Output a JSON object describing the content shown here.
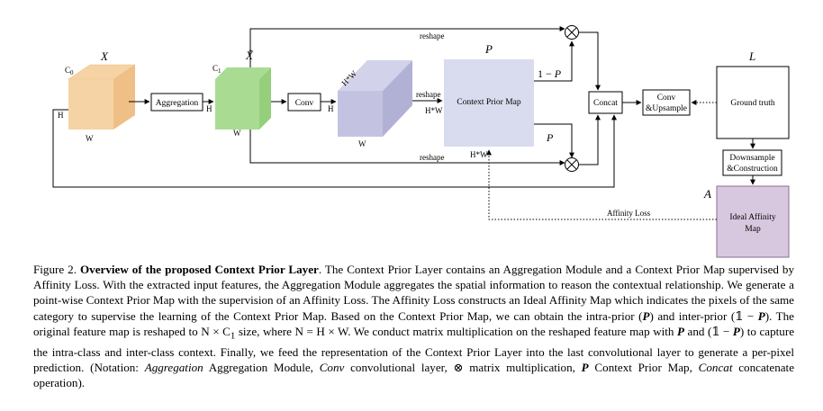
{
  "diagram": {
    "input": {
      "symbol": "X",
      "channel_label": "C",
      "channel_sub": "0",
      "height_label": "H",
      "width_label": "W"
    },
    "aggregation": {
      "label": "Aggregation",
      "out_height_label": "H"
    },
    "aggregated": {
      "symbol": "X̃",
      "channel_label": "C",
      "channel_sub": "1",
      "width_label": "W"
    },
    "conv": {
      "label": "Conv",
      "out_height_label": "H"
    },
    "conv_out": {
      "depth_label": "H*W",
      "width_label": "W"
    },
    "reshape_mid": {
      "label": "reshape",
      "size_label": "H*W"
    },
    "prior_map": {
      "symbol": "P",
      "label": "Context Prior Map",
      "bottom_label": "H*W"
    },
    "one_minus_p": {
      "label": "1 − ",
      "symbol": "P"
    },
    "p_branch": {
      "symbol": "P"
    },
    "reshape_top": "reshape",
    "reshape_bottom": "reshape",
    "concat": {
      "label": "Concat"
    },
    "conv_upsample": {
      "line1": "Conv",
      "line2": "&Upsample"
    },
    "ground_truth": {
      "symbol": "L",
      "label": "Ground truth"
    },
    "downsample": {
      "line1": "Downsample",
      "line2": "&Construction"
    },
    "ideal_map": {
      "symbol": "A",
      "line1": "Ideal Affinity",
      "line2": "Map"
    },
    "affinity_loss": "Affinity Loss",
    "colors": {
      "input_cube": "#f6d3a4",
      "aggregated_cube": "#a9dc92",
      "conv_cube": "#c3c3e1",
      "prior_map": "#d9dcee",
      "ideal_map": "#d8c8df"
    }
  },
  "caption": {
    "figure_label": "Figure 2.",
    "title": "Overview of the proposed Context Prior Layer",
    "s1": ". The Context Prior Layer contains an Aggregation Module and a Context Prior Map supervised by Affinity Loss. With the extracted input features, the Aggregation Module aggregates the spatial information to reason the contextual relationship. We generate a point-wise Context Prior Map with the supervision of an Affinity Loss. The Affinity Loss constructs an Ideal Affinity Map which indicates the pixels of the same category to supervise the learning of the Context Prior Map. Based on the Context Prior Map, we can obtain the intra-prior (",
    "p1": "P",
    "s2": ") and inter-prior (𝟙 − ",
    "p2": "P",
    "s3": "). The original feature map is reshaped to N × C",
    "c1": "1",
    "s4": " size, where N = H × W. We conduct matrix multiplication on the reshaped feature map with ",
    "p3": "P",
    "s5": " and (𝟙 − ",
    "p4": "P",
    "s6": ") to capture the intra-class and inter-class context. Finally, we feed the representation of the Context Prior Layer into the last convolutional layer to generate a per-pixel prediction. (Notation: ",
    "n_agg": "Aggregation",
    "n_agg_desc": " Aggregation Module, ",
    "n_conv": "Conv",
    "n_conv_desc": " convolutional layer, ⊗ matrix multiplication, ",
    "n_p": "P",
    "n_p_desc": " Context Prior Map,",
    "n_concat": "Concat",
    "n_concat_desc": " concatenate operation)."
  }
}
